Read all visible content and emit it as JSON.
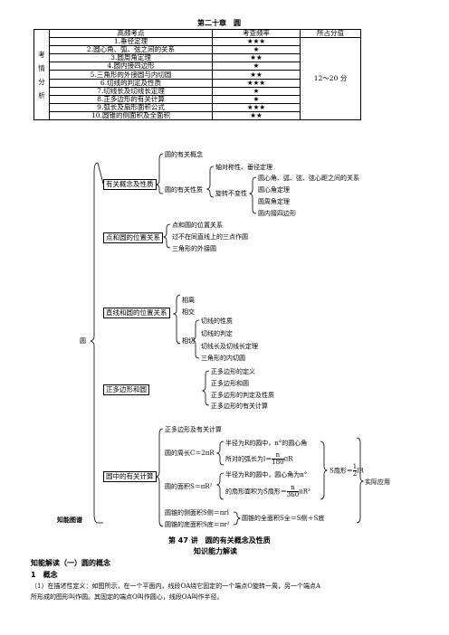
{
  "chapter_title": "第二十章　圆",
  "table": {
    "header": [
      "高频考点",
      "考查频率",
      "所占分值"
    ],
    "side_label": [
      "考",
      "情",
      "分",
      "析"
    ],
    "rows": [
      {
        "topic": "1.垂径定理",
        "freq": "★★★"
      },
      {
        "topic": "2.圆心角、弧、弦之间的关系",
        "freq": "★"
      },
      {
        "topic": "3.圆周角定理",
        "freq": "★★"
      },
      {
        "topic": "4.圆内接四边形",
        "freq": "★"
      },
      {
        "topic": "5.三角形的外接圆与内切圆",
        "freq": "★★"
      },
      {
        "topic": "6.切线的判定及性质",
        "freq": "★★★"
      },
      {
        "topic": "7.切线长及切线长定理",
        "freq": "★"
      },
      {
        "topic": "8.正多边形的有关计算",
        "freq": "★"
      },
      {
        "topic": "9.弧长及扇形面积公式",
        "freq": "★★★"
      },
      {
        "topic": "10.圆锥的侧面积及全面积",
        "freq": "★★"
      }
    ],
    "score": "12～20 分"
  },
  "mindmap": {
    "root": "圆",
    "caption": "知能图谱",
    "b1": {
      "label": "有关概念及性质",
      "concept": "圆的有关概念",
      "prop": "圆的有关性质",
      "axis": "轴对称性、垂径定理",
      "rot": "旋转不变性",
      "rot_items": [
        "圆心角、弧、弦、弦心距之间的关系",
        "圆心角定理",
        "圆周角定理",
        "圆内接四边形"
      ]
    },
    "b2": {
      "label": "点和圆的位置关系",
      "items": [
        "点和圆的位置关系",
        "过不在同直线上的三点作圆",
        "三角形的外接圆"
      ]
    },
    "b3": {
      "label": "直线和圆的位置关系",
      "items": [
        "相离",
        "相交",
        "相切"
      ],
      "tangent": [
        "切线的性质",
        "切线的判定",
        "切线长及切线长定理",
        "三角形的内切圆"
      ]
    },
    "b4": {
      "label": "正多边形和圆",
      "items": [
        "正多边形的定义",
        "正多边形和圆",
        "正多边形的判定及性质",
        "正多边形的有关计算"
      ]
    },
    "b5": {
      "label": "圆中的有关计算",
      "poly": "正多边形及有关计算",
      "circ": "圆的周长C＝2πR",
      "arc1": "半径为R的圆中，n°的圆心角",
      "arc2a": "所对的弧长为l＝",
      "arc_num": "n",
      "arc_den": "180",
      "arc2b": "πR",
      "area": "圆的面积S＝πR²",
      "sec1": "半径为R的圆中，圆心角为n°",
      "sec2a": "的扇形面积为S扇形＝",
      "sec_num": "n",
      "sec_den": "360",
      "sec2b": "πR²",
      "sec_l": "S扇形＝",
      "sec_l_num": "1",
      "sec_l_den": "2",
      "sec_l_b": "lR",
      "app": "实际应用",
      "cone1": "圆锥的侧面积S侧＝πrl",
      "cone2": "圆锥的底面积S底＝πr²",
      "cone_total": "圆锥的全面积S全＝S侧＋S底"
    }
  },
  "lesson_title": "第 47 讲　圆的有关概念及性质",
  "lesson_sub": "知识能力解读",
  "section": "知能解读（一）圆的概念",
  "sub1": "1　概念",
  "para": [
    "（1）在描述性定义：如图所示，在一个平面内，线段OA绕它固定的一个端点O旋转一周，另一个端点A",
    "所形成的图形叫作圆。其固定的端点O叫作圆心，线段OA叫作半径。"
  ]
}
